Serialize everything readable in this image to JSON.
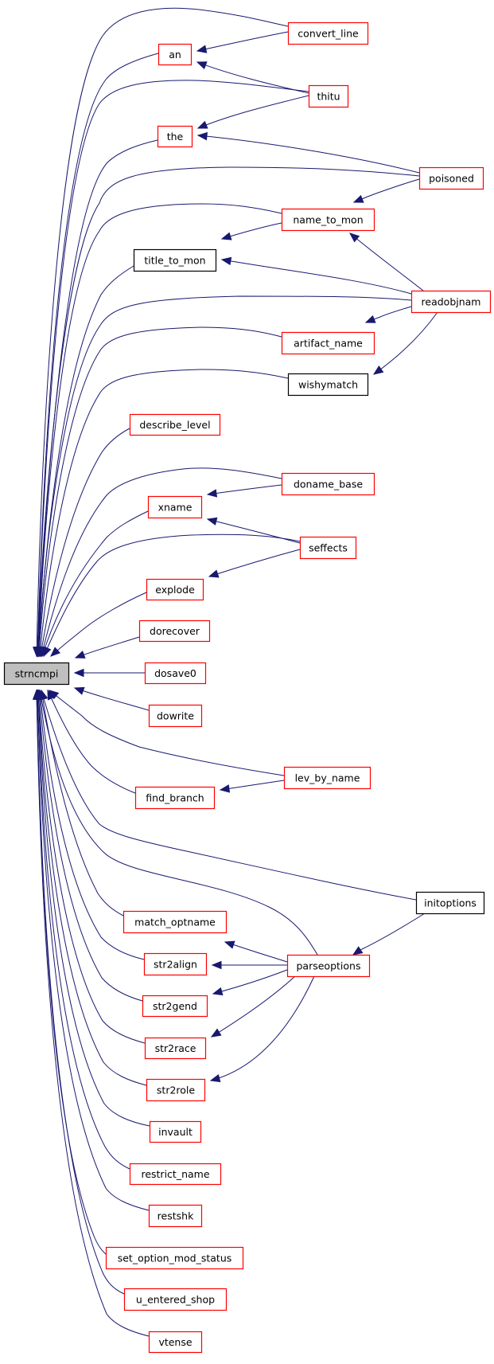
{
  "graph": {
    "root": "strncmpi",
    "colors": {
      "edge": "#191970",
      "link_border": "#ff0000",
      "plain_border": "#000000",
      "root_fill": "#bfbfbf"
    },
    "nodes": [
      {
        "id": "strncmpi",
        "label": "strncmpi",
        "style": "root"
      },
      {
        "id": "an",
        "label": "an",
        "style": "red"
      },
      {
        "id": "the",
        "label": "the",
        "style": "red"
      },
      {
        "id": "title_to_mon",
        "label": "title_to_mon",
        "style": "black"
      },
      {
        "id": "describe_level",
        "label": "describe_level",
        "style": "red"
      },
      {
        "id": "xname",
        "label": "xname",
        "style": "red"
      },
      {
        "id": "explode",
        "label": "explode",
        "style": "red"
      },
      {
        "id": "dorecover",
        "label": "dorecover",
        "style": "red"
      },
      {
        "id": "dosave0",
        "label": "dosave0",
        "style": "red"
      },
      {
        "id": "dowrite",
        "label": "dowrite",
        "style": "red"
      },
      {
        "id": "find_branch",
        "label": "find_branch",
        "style": "red"
      },
      {
        "id": "match_optname",
        "label": "match_optname",
        "style": "red"
      },
      {
        "id": "str2align",
        "label": "str2align",
        "style": "red"
      },
      {
        "id": "str2gend",
        "label": "str2gend",
        "style": "red"
      },
      {
        "id": "str2race",
        "label": "str2race",
        "style": "red"
      },
      {
        "id": "str2role",
        "label": "str2role",
        "style": "red"
      },
      {
        "id": "invault",
        "label": "invault",
        "style": "red"
      },
      {
        "id": "restrict_name",
        "label": "restrict_name",
        "style": "red"
      },
      {
        "id": "restshk",
        "label": "restshk",
        "style": "red"
      },
      {
        "id": "set_option_mod_status",
        "label": "set_option_mod_status",
        "style": "red"
      },
      {
        "id": "u_entered_shop",
        "label": "u_entered_shop",
        "style": "red"
      },
      {
        "id": "vtense",
        "label": "vtense",
        "style": "red"
      },
      {
        "id": "convert_line",
        "label": "convert_line",
        "style": "red"
      },
      {
        "id": "thitu",
        "label": "thitu",
        "style": "red"
      },
      {
        "id": "name_to_mon",
        "label": "name_to_mon",
        "style": "red"
      },
      {
        "id": "artifact_name",
        "label": "artifact_name",
        "style": "red"
      },
      {
        "id": "wishymatch",
        "label": "wishymatch",
        "style": "black"
      },
      {
        "id": "doname_base",
        "label": "doname_base",
        "style": "red"
      },
      {
        "id": "seffects",
        "label": "seffects",
        "style": "red"
      },
      {
        "id": "lev_by_name",
        "label": "lev_by_name",
        "style": "red"
      },
      {
        "id": "parseoptions",
        "label": "parseoptions",
        "style": "red"
      },
      {
        "id": "poisoned",
        "label": "poisoned",
        "style": "red"
      },
      {
        "id": "readobjnam",
        "label": "readobjnam",
        "style": "red"
      },
      {
        "id": "initoptions",
        "label": "initoptions",
        "style": "black"
      }
    ],
    "edges": [
      {
        "from": "an",
        "to": "strncmpi"
      },
      {
        "from": "the",
        "to": "strncmpi"
      },
      {
        "from": "title_to_mon",
        "to": "strncmpi"
      },
      {
        "from": "describe_level",
        "to": "strncmpi"
      },
      {
        "from": "xname",
        "to": "strncmpi"
      },
      {
        "from": "explode",
        "to": "strncmpi"
      },
      {
        "from": "dorecover",
        "to": "strncmpi"
      },
      {
        "from": "dosave0",
        "to": "strncmpi"
      },
      {
        "from": "dowrite",
        "to": "strncmpi"
      },
      {
        "from": "find_branch",
        "to": "strncmpi"
      },
      {
        "from": "match_optname",
        "to": "strncmpi"
      },
      {
        "from": "str2align",
        "to": "strncmpi"
      },
      {
        "from": "str2gend",
        "to": "strncmpi"
      },
      {
        "from": "str2race",
        "to": "strncmpi"
      },
      {
        "from": "str2role",
        "to": "strncmpi"
      },
      {
        "from": "invault",
        "to": "strncmpi"
      },
      {
        "from": "restrict_name",
        "to": "strncmpi"
      },
      {
        "from": "restshk",
        "to": "strncmpi"
      },
      {
        "from": "set_option_mod_status",
        "to": "strncmpi"
      },
      {
        "from": "u_entered_shop",
        "to": "strncmpi"
      },
      {
        "from": "vtense",
        "to": "strncmpi"
      },
      {
        "from": "convert_line",
        "to": "strncmpi"
      },
      {
        "from": "thitu",
        "to": "strncmpi"
      },
      {
        "from": "poisoned",
        "to": "strncmpi"
      },
      {
        "from": "name_to_mon",
        "to": "strncmpi"
      },
      {
        "from": "readobjnam",
        "to": "strncmpi"
      },
      {
        "from": "artifact_name",
        "to": "strncmpi"
      },
      {
        "from": "wishymatch",
        "to": "strncmpi"
      },
      {
        "from": "doname_base",
        "to": "strncmpi"
      },
      {
        "from": "seffects",
        "to": "strncmpi"
      },
      {
        "from": "lev_by_name",
        "to": "strncmpi"
      },
      {
        "from": "initoptions",
        "to": "strncmpi"
      },
      {
        "from": "parseoptions",
        "to": "strncmpi"
      },
      {
        "from": "convert_line",
        "to": "an"
      },
      {
        "from": "thitu",
        "to": "an"
      },
      {
        "from": "thitu",
        "to": "the"
      },
      {
        "from": "poisoned",
        "to": "the"
      },
      {
        "from": "poisoned",
        "to": "name_to_mon"
      },
      {
        "from": "name_to_mon",
        "to": "title_to_mon"
      },
      {
        "from": "readobjnam",
        "to": "title_to_mon"
      },
      {
        "from": "readobjnam",
        "to": "name_to_mon"
      },
      {
        "from": "readobjnam",
        "to": "artifact_name"
      },
      {
        "from": "readobjnam",
        "to": "wishymatch"
      },
      {
        "from": "doname_base",
        "to": "xname"
      },
      {
        "from": "seffects",
        "to": "xname"
      },
      {
        "from": "seffects",
        "to": "explode"
      },
      {
        "from": "lev_by_name",
        "to": "find_branch"
      },
      {
        "from": "parseoptions",
        "to": "match_optname"
      },
      {
        "from": "parseoptions",
        "to": "str2align"
      },
      {
        "from": "parseoptions",
        "to": "str2gend"
      },
      {
        "from": "parseoptions",
        "to": "str2race"
      },
      {
        "from": "parseoptions",
        "to": "str2role"
      },
      {
        "from": "initoptions",
        "to": "parseoptions"
      }
    ]
  }
}
